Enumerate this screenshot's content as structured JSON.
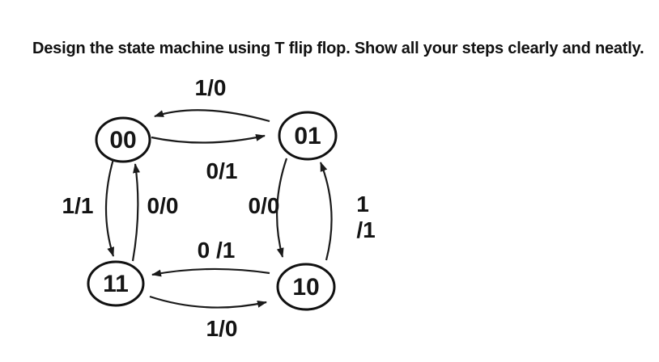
{
  "title": "Design the state machine using T flip flop. Show all your steps clearly and neatly.",
  "colors": {
    "ink": "#111111",
    "background": "#ffffff"
  },
  "diagram": {
    "type": "state-transition-diagram",
    "states": [
      {
        "label": "00",
        "position": "top-left"
      },
      {
        "label": "01",
        "position": "top-right"
      },
      {
        "label": "11",
        "position": "bottom-left"
      },
      {
        "label": "10",
        "position": "bottom-right"
      }
    ],
    "transitions": [
      {
        "from": "01",
        "to": "00",
        "label_lines": [
          "1/0"
        ]
      },
      {
        "from": "00",
        "to": "01",
        "label_lines": [
          "0/1"
        ]
      },
      {
        "from": "00",
        "to": "11",
        "label_lines": [
          "1/1"
        ]
      },
      {
        "from": "11",
        "to": "00",
        "label_lines": [
          "0/0"
        ]
      },
      {
        "from": "01",
        "to": "10",
        "label_lines": [
          "0/0"
        ]
      },
      {
        "from": "10",
        "to": "01",
        "label_lines": [
          "1",
          "/1"
        ]
      },
      {
        "from": "10",
        "to": "11",
        "label_lines": [
          "0 /1"
        ]
      },
      {
        "from": "11",
        "to": "10",
        "label_lines": [
          "1/0"
        ]
      }
    ]
  }
}
